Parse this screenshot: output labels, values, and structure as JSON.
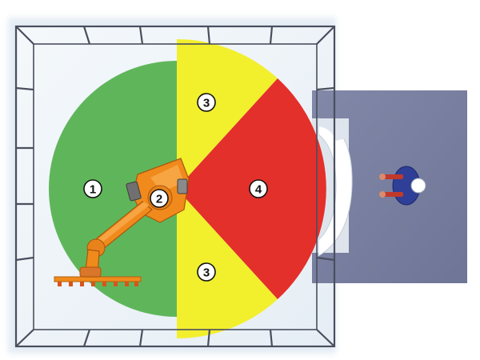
{
  "colors": {
    "safe_zone": "#5fb65a",
    "warning_zone": "#f2ef2d",
    "danger_zone": "#e3302b",
    "robot": "#f08a1c",
    "fence": "#4a4f5e",
    "operator_area": "#7a80a0"
  },
  "zones": {
    "safe": {
      "label": "1"
    },
    "robot_base": {
      "label": "2"
    },
    "warning_upper": {
      "label": "3"
    },
    "warning_lower": {
      "label": "3"
    },
    "danger": {
      "label": "4"
    }
  },
  "icons": {
    "robot": "industrial-robot-arm",
    "operator": "operator-person",
    "fence": "safety-fence"
  }
}
